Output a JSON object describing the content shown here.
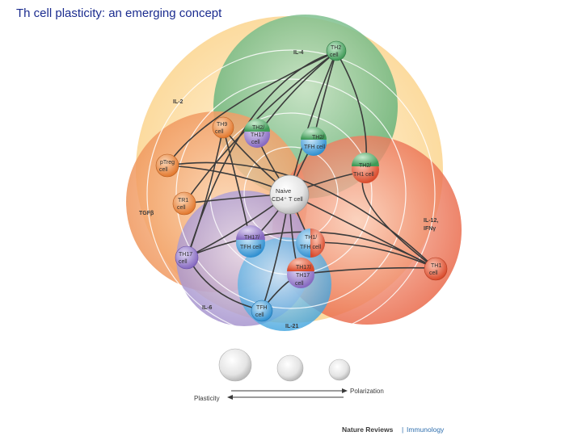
{
  "title": "Th cell plasticity: an emerging concept",
  "colors": {
    "il2_beige": "#fde3b1",
    "il4_green": "#7cbf8c",
    "tgfb_orange": "#f4a870",
    "il12_red": "#ee7a5c",
    "il6_purple": "#b3a3d6",
    "il21_blue": "#62b4e6",
    "line": "#3b3b3b",
    "title_blue": "#1b2c8f",
    "journal_blue": "#2f6fae"
  },
  "cytokines": {
    "il2": "IL-2",
    "il4": "IL-4",
    "tgfb": "TGFβ",
    "il12_a": "IL-12,",
    "il12_b": "IFNγ",
    "il6": "IL-6",
    "il21": "IL-21"
  },
  "cells": {
    "naive": {
      "line1": "Naive",
      "line2": "CD4⁺ T cell"
    },
    "th2": {
      "l1": "TH2",
      "l2": "cell"
    },
    "th9": {
      "l1": "TH9",
      "l2": "cell"
    },
    "th2_th17": {
      "l1": "TH2/",
      "l2": "TH17",
      "l3": "cell"
    },
    "th2_tfh": {
      "l1": "TH2/",
      "l2": "TFH cell"
    },
    "th2_th1": {
      "l1": "TH2/",
      "l2": "TH1 cell"
    },
    "ptreg": {
      "l1": "pTreg",
      "l2": "cell"
    },
    "tr1": {
      "l1": "TR1",
      "l2": "cell"
    },
    "th17_tfh": {
      "l1": "TH17/",
      "l2": "TFH cell"
    },
    "th1_tfh": {
      "l1": "TH1/",
      "l2": "TFH cell"
    },
    "th17_th1": {
      "l1": "TH17/",
      "l2": "TH17",
      "l3": "cell"
    },
    "th17": {
      "l1": "TH17",
      "l2": "cell"
    },
    "th1": {
      "l1": "TH1",
      "l2": "cell"
    },
    "tfh": {
      "l1": "TFH",
      "l2": "cell"
    }
  },
  "axis": {
    "polarization": "Polarization",
    "plasticity": "Plasticity"
  },
  "credit": {
    "journal": "Nature Reviews",
    "separator": "|",
    "subject": "Immunology"
  }
}
